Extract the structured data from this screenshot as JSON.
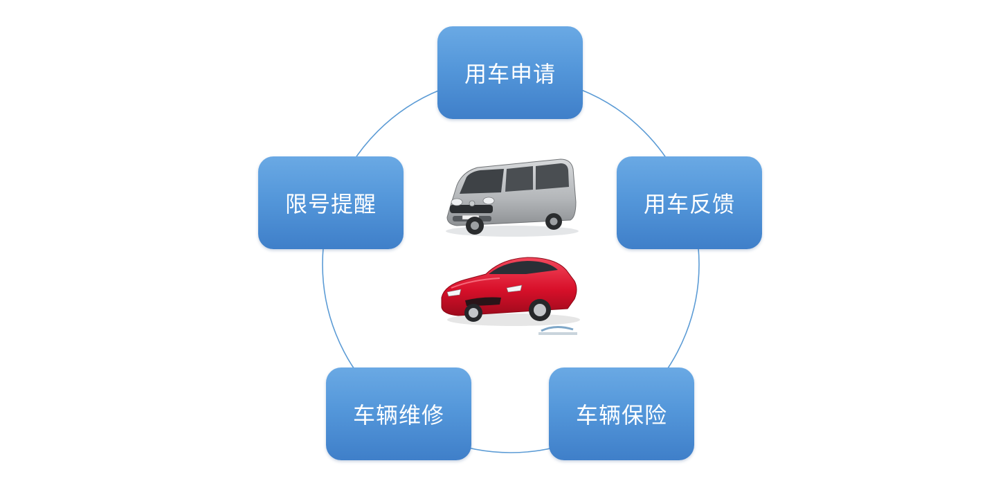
{
  "diagram": {
    "type": "cycle",
    "ring_color": "#5b9bd5",
    "node_colors": {
      "top": "#6aa9e4",
      "bottom": "#3f7fc9",
      "text": "#ffffff"
    },
    "nodes": [
      {
        "id": "apply",
        "label": "用车申请"
      },
      {
        "id": "feedback",
        "label": "用车反馈"
      },
      {
        "id": "insurance",
        "label": "车辆保险"
      },
      {
        "id": "repair",
        "label": "车辆维修"
      },
      {
        "id": "restrict",
        "label": "限号提醒"
      }
    ]
  },
  "center": {
    "images": [
      {
        "name": "van-photo",
        "subject": "silver minivan",
        "color": "#b9bcbf"
      },
      {
        "name": "sports-car-photo",
        "subject": "red sports car",
        "color": "#d8102a"
      }
    ]
  }
}
